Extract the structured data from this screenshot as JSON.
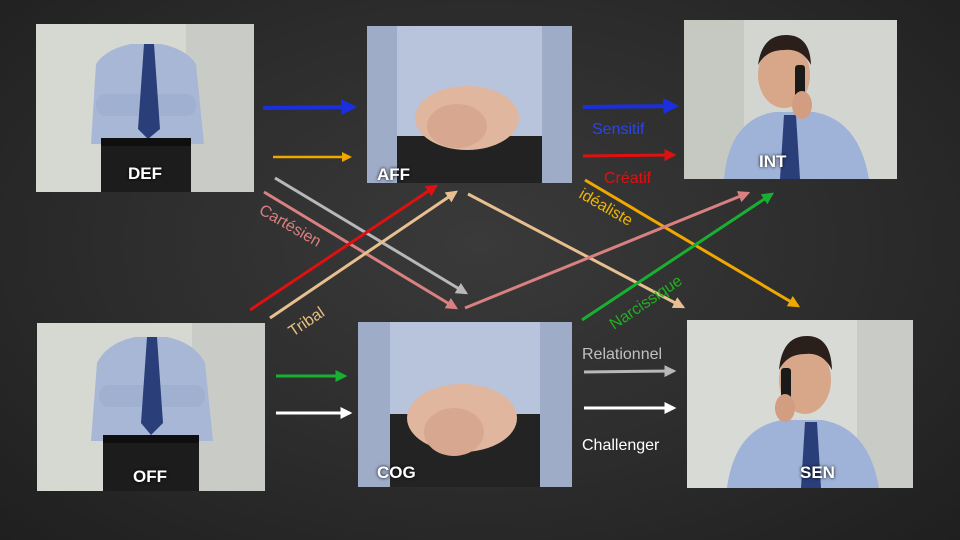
{
  "nodes": {
    "def": {
      "label": "DEF"
    },
    "aff": {
      "label": "AFF"
    },
    "int": {
      "label": "INT"
    },
    "off": {
      "label": "OFF"
    },
    "cog": {
      "label": "COG"
    },
    "sen": {
      "label": "SEN"
    }
  },
  "arrow_labels": {
    "sensitif": {
      "text": "Sensitif",
      "color": "#1f3dd6"
    },
    "creatif": {
      "text": "Créatif",
      "color": "#e01010"
    },
    "idealiste": {
      "text": "idéaliste",
      "color": "#f0b400"
    },
    "cartesien": {
      "text": "Cartésien",
      "color": "#d98080"
    },
    "narcissique": {
      "text": "Narcissique",
      "color": "#1fb01f"
    },
    "tribal": {
      "text": "Tribal",
      "color": "#e8c080"
    },
    "relationnel": {
      "text": "Relationnel",
      "color": "#b0b0b0"
    },
    "challenger": {
      "text": "Challenger",
      "color": "#ffffff"
    }
  },
  "colors": {
    "blue": "#1a2fe0",
    "orange": "#f0a800",
    "red": "#e01010",
    "gray": "#b8b8b8",
    "pink": "#d98080",
    "tan": "#e8c090",
    "green": "#18b030",
    "white": "#ffffff"
  }
}
